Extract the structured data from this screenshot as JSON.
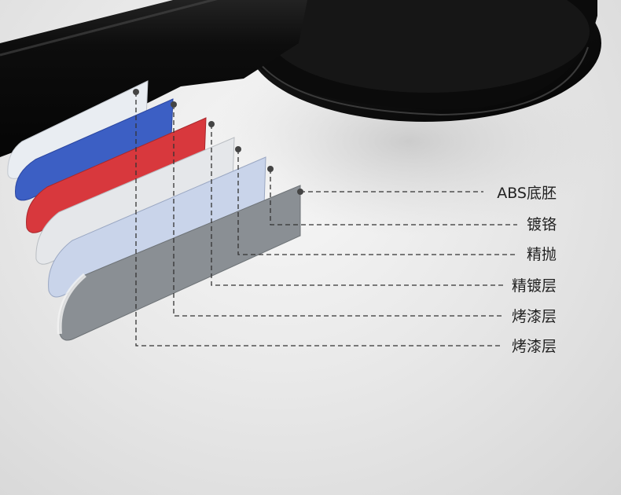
{
  "layers": [
    {
      "label": "ABS底胚",
      "color": "#8a8f94"
    },
    {
      "label": "镀铬",
      "color": "#c9d4ea"
    },
    {
      "label": "精抛",
      "color": "#e5e7ea"
    },
    {
      "label": "精镀层",
      "color": "#d8383d"
    },
    {
      "label": "烤漆层",
      "color": "#3c5fc4"
    },
    {
      "label": "烤漆层",
      "color": "#e9edf2"
    }
  ]
}
